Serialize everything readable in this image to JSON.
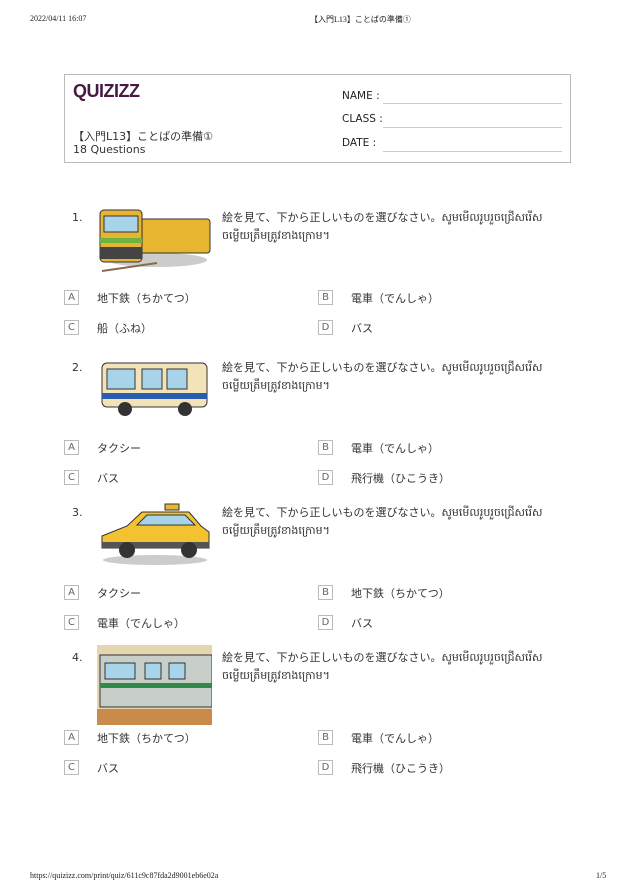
{
  "print_header": {
    "datetime": "2022/04/11 16:07",
    "title": "【入門L13】ことばの準備①"
  },
  "print_footer": {
    "url": "https://quizizz.com/print/quiz/611c9c87fda2d9001eb6e02a",
    "page": "1/5"
  },
  "header": {
    "logo": "QUIZIZZ",
    "quiz_title": "【入門L13】ことばの準備①",
    "question_count": "18 Questions",
    "name_label": "NAME :",
    "class_label": "CLASS :",
    "date_label": "DATE  :"
  },
  "questions": [
    {
      "number": "1.",
      "image": "train",
      "text": "絵を見て、下から正しいものを選びなさい。សូមមើលរូបរួចជ្រើសរើសចម្លើយត្រឹមត្រូវខាងក្រោម។",
      "options": [
        {
          "letter": "A",
          "text": "地下鉄（ちかてつ）"
        },
        {
          "letter": "B",
          "text": "電車（でんしゃ）"
        },
        {
          "letter": "C",
          "text": "船（ふね）"
        },
        {
          "letter": "D",
          "text": "バス"
        }
      ]
    },
    {
      "number": "2.",
      "image": "bus",
      "text": "絵を見て、下から正しいものを選びなさい。សូមមើលរូបរួចជ្រើសរើសចម្លើយត្រឹមត្រូវខាងក្រោម។",
      "options": [
        {
          "letter": "A",
          "text": "タクシー"
        },
        {
          "letter": "B",
          "text": "電車（でんしゃ）"
        },
        {
          "letter": "C",
          "text": "バス"
        },
        {
          "letter": "D",
          "text": "飛行機（ひこうき）"
        }
      ]
    },
    {
      "number": "3.",
      "image": "taxi",
      "text": "絵を見て、下から正しいものを選びなさい。សូមមើលរូបរួចជ្រើសរើសចម្លើយត្រឹមត្រូវខាងក្រោម។",
      "options": [
        {
          "letter": "A",
          "text": "タクシー"
        },
        {
          "letter": "B",
          "text": "地下鉄（ちかてつ）"
        },
        {
          "letter": "C",
          "text": "電車（でんしゃ）"
        },
        {
          "letter": "D",
          "text": "バス"
        }
      ]
    },
    {
      "number": "4.",
      "image": "subway",
      "text": "絵を見て、下から正しいものを選びなさい。សូមមើលរូបរួចជ្រើសរើសចម្លើយត្រឹមត្រូវខាងក្រោម។",
      "options": [
        {
          "letter": "A",
          "text": "地下鉄（ちかてつ）"
        },
        {
          "letter": "B",
          "text": "電車（でんしゃ）"
        },
        {
          "letter": "C",
          "text": "バス"
        },
        {
          "letter": "D",
          "text": "飛行機（ひこうき）"
        }
      ]
    }
  ]
}
